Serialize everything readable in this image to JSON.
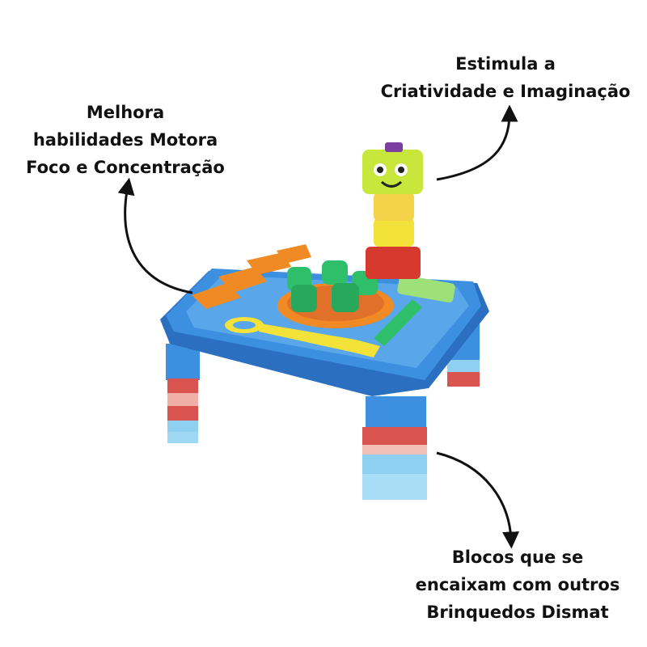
{
  "callouts": {
    "left": {
      "lines": [
        "Melhora",
        "habilidades Motora",
        "Foco e Concentração"
      ]
    },
    "right": {
      "lines": [
        "Estimula a",
        "Criatividade e Imaginação"
      ]
    },
    "bottom": {
      "lines": [
        "Blocos que se",
        "encaixam com outros",
        "Brinquedos Dismat"
      ]
    }
  },
  "colors": {
    "table_blue": "#3d8fe0",
    "table_blue_dark": "#2a6fc0",
    "leg_red": "#d9534f",
    "leg_light_blue": "#8fd0f0",
    "orange": "#f08a24",
    "green": "#2fbf6a",
    "yellow": "#f2e23a",
    "lime": "#c8e63c",
    "red_block": "#d63a2e",
    "purple": "#7a3fa0"
  },
  "icons": [
    "arrow-left-icon",
    "arrow-right-icon",
    "arrow-bottom-icon"
  ]
}
